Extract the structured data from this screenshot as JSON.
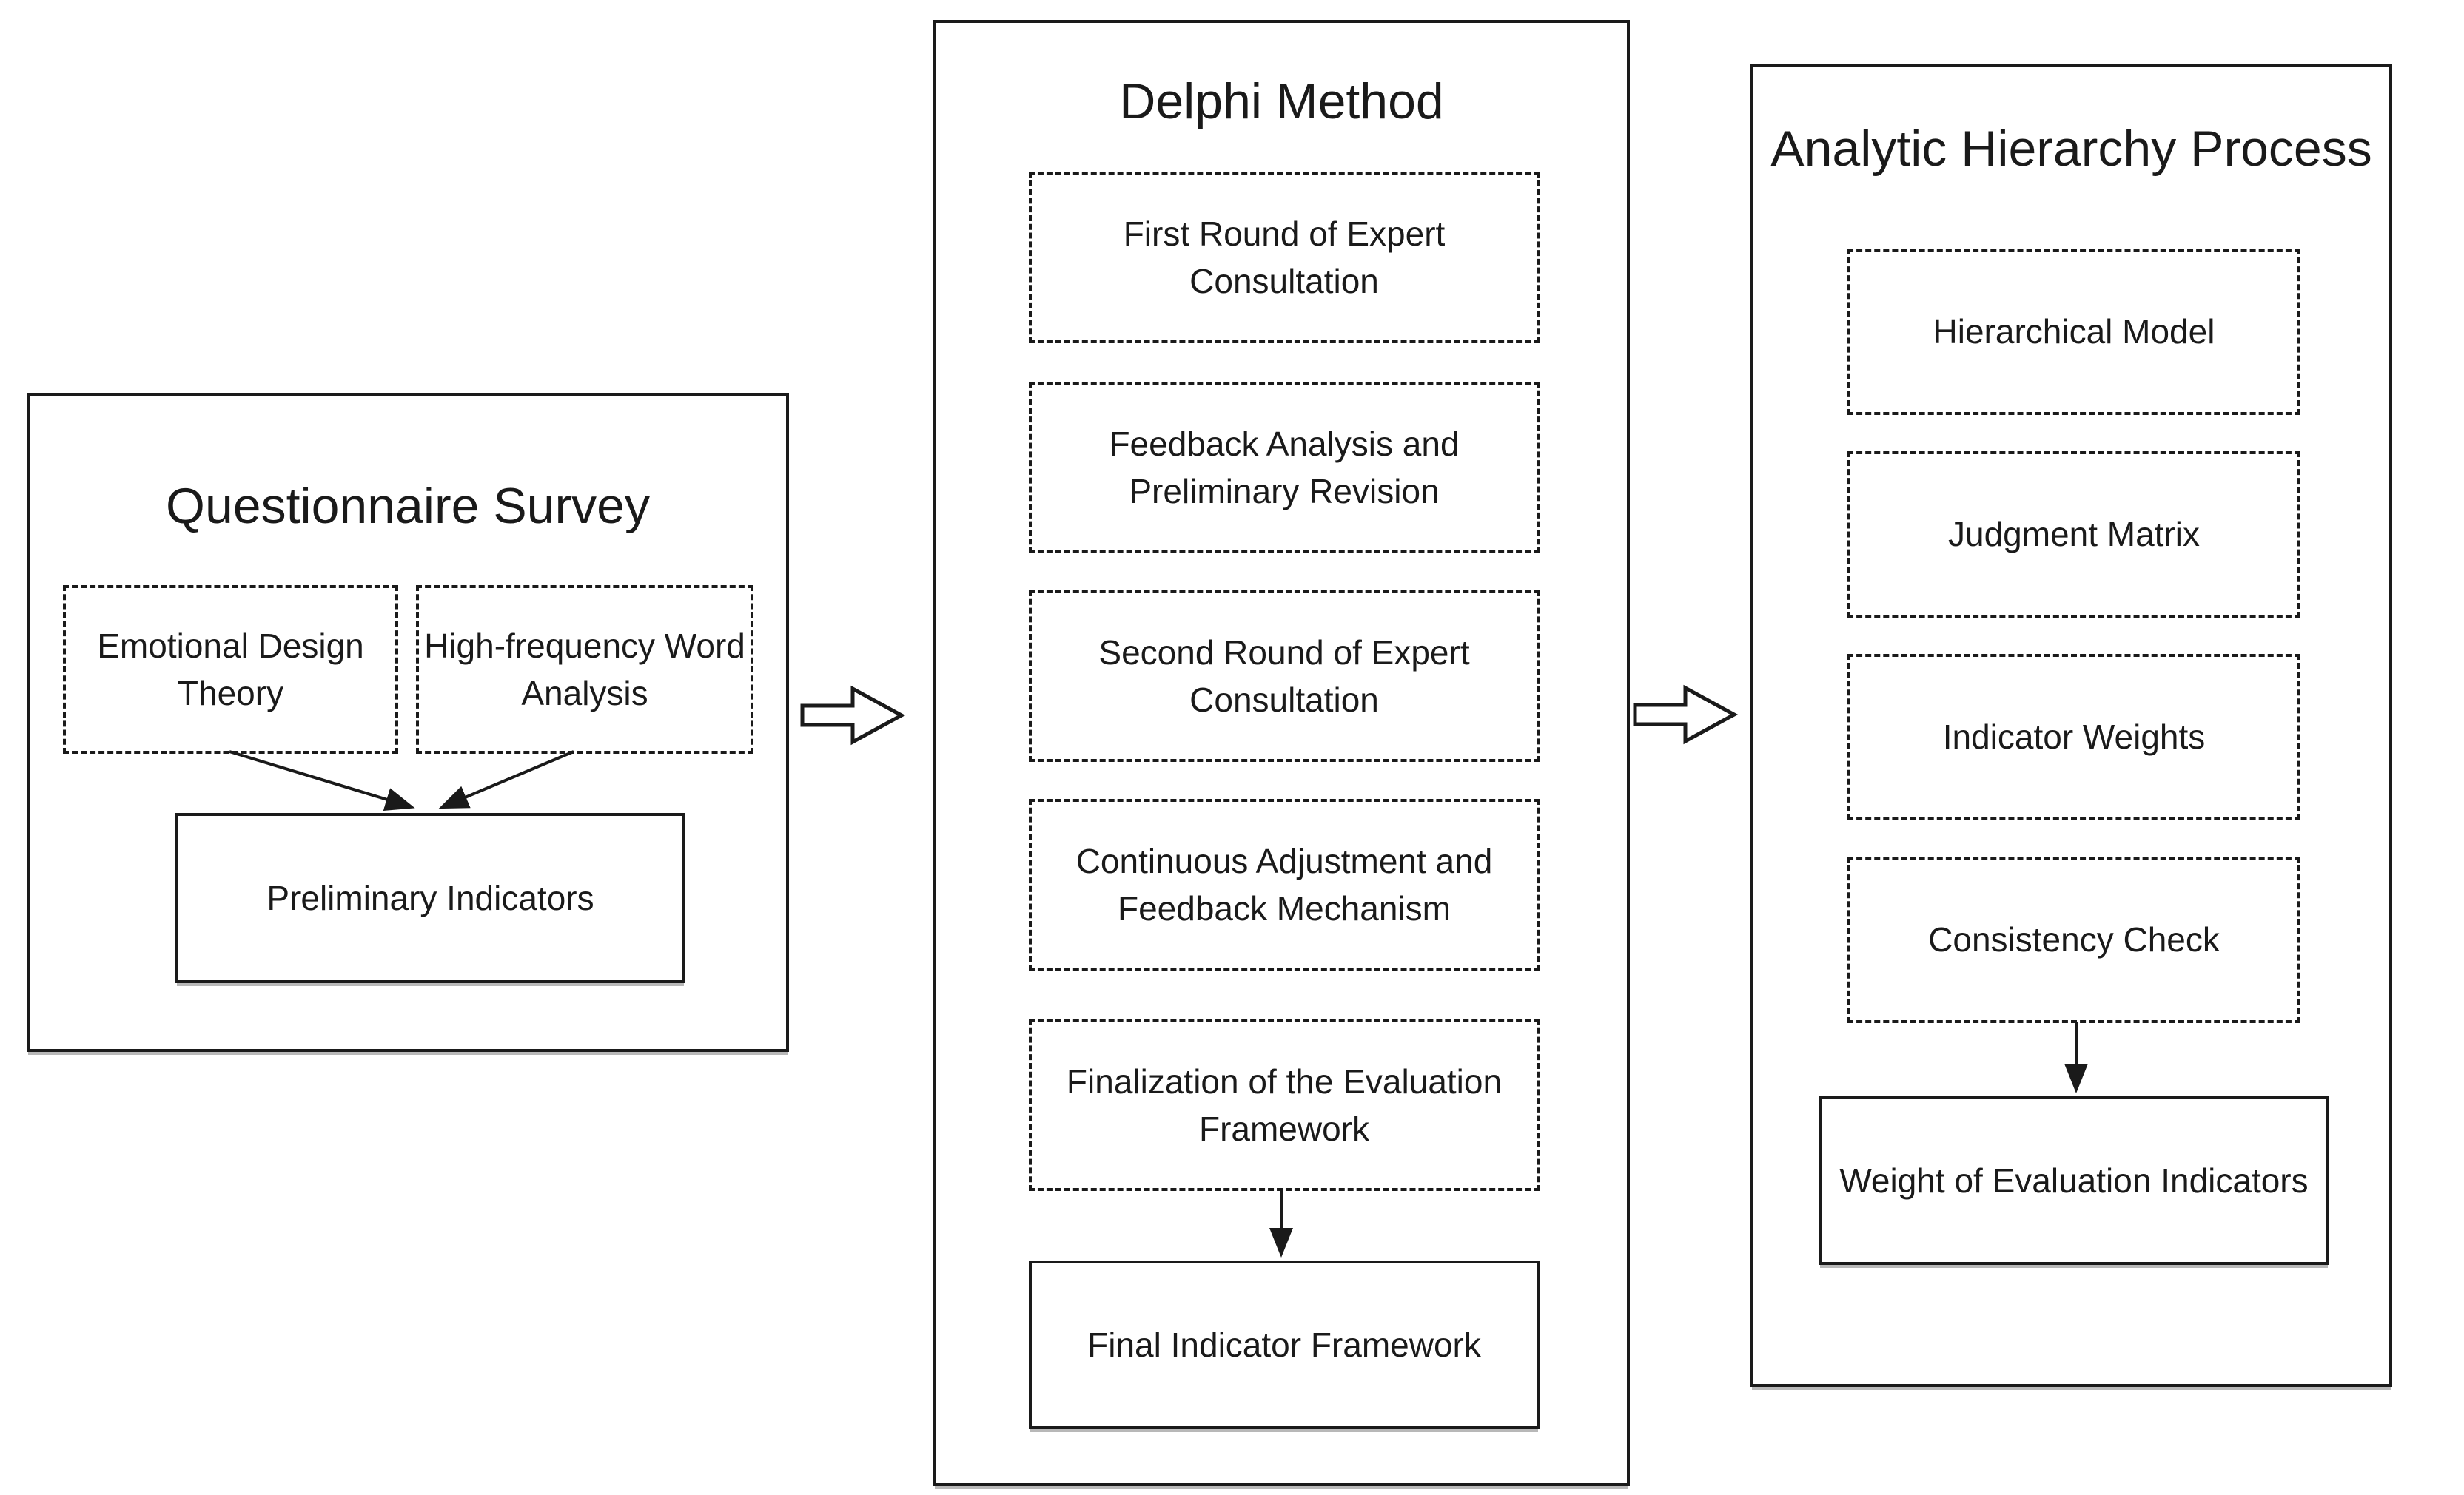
{
  "background": "#ffffff",
  "line_color": "#1a1a1a",
  "panels": {
    "questionnaire": {
      "title": "Questionnaire Survey",
      "inputs": [
        {
          "label": "Emotional Design\nTheory"
        },
        {
          "label": "High-frequency Word\nAnalysis"
        }
      ],
      "output": {
        "label": "Preliminary Indicators"
      }
    },
    "delphi": {
      "title": "Delphi Method",
      "steps": [
        {
          "label": "First Round of Expert\nConsultation"
        },
        {
          "label": "Feedback Analysis and\nPreliminary Revision"
        },
        {
          "label": "Second Round of Expert\nConsultation"
        },
        {
          "label": "Continuous Adjustment and\nFeedback Mechanism"
        },
        {
          "label": "Finalization of the Evaluation\nFramework"
        }
      ],
      "output": {
        "label": "Final Indicator Framework"
      }
    },
    "ahp": {
      "title": "Analytic Hierarchy Process",
      "steps": [
        {
          "label": "Hierarchical Model"
        },
        {
          "label": "Judgment Matrix"
        },
        {
          "label": "Indicator Weights"
        },
        {
          "label": "Consistency Check"
        }
      ],
      "output": {
        "label": "Weight of Evaluation Indicators"
      }
    }
  },
  "connectors": {
    "block_flow": [
      {
        "from": "Questionnaire Survey",
        "to": "Delphi Method",
        "style": "hollow-right-arrow"
      },
      {
        "from": "Delphi Method",
        "to": "Analytic Hierarchy Process",
        "style": "hollow-right-arrow"
      }
    ],
    "merge_arrows": [
      {
        "from": "Emotional Design Theory",
        "to": "Preliminary Indicators"
      },
      {
        "from": "High-frequency Word Analysis",
        "to": "Preliminary Indicators"
      }
    ],
    "down_arrows": [
      {
        "from": "Finalization of the Evaluation Framework",
        "to": "Final Indicator Framework"
      },
      {
        "from": "Consistency Check",
        "to": "Weight of Evaluation Indicators"
      }
    ]
  }
}
